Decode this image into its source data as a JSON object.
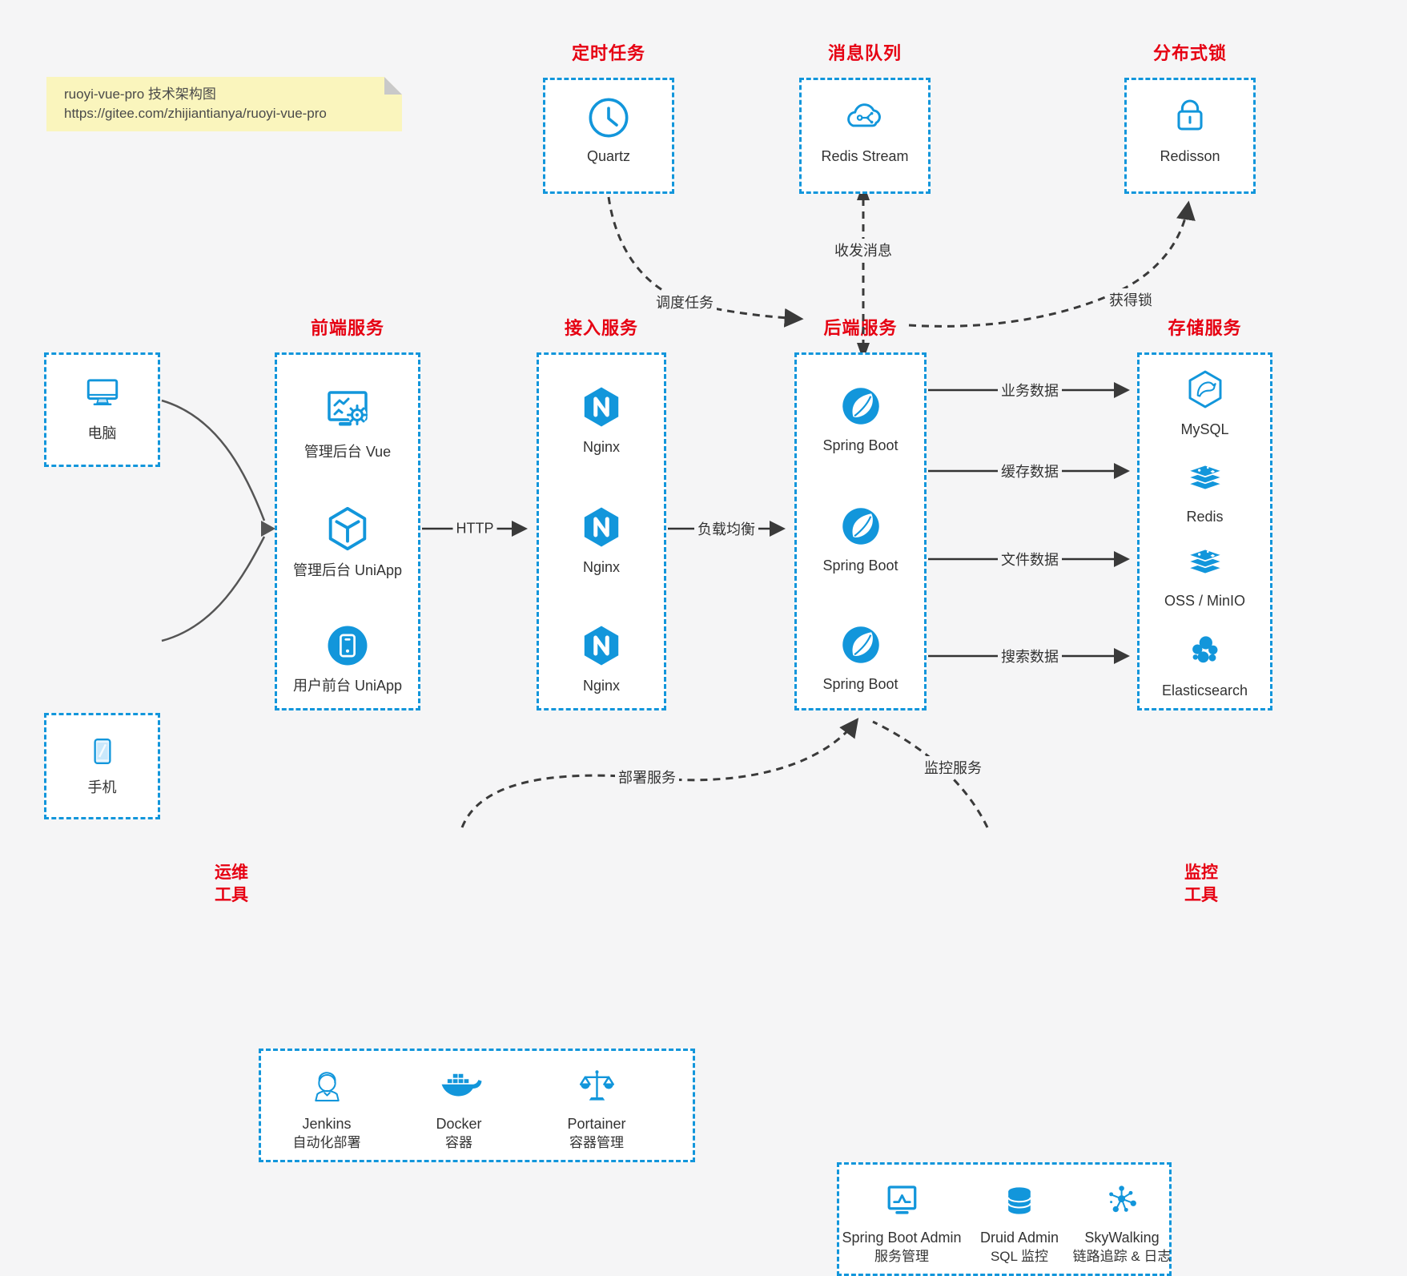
{
  "colors": {
    "blue": "#1296db",
    "red": "#e60012",
    "ink": "#333333",
    "line": "#3a3a3a",
    "canvas": "#f5f5f6",
    "box_bg": "#ffffff",
    "note_bg": "#faf5bd"
  },
  "note": {
    "line1": "ruoyi-vue-pro 技术架构图",
    "line2": "https://gitee.com/zhijiantianya/ruoyi-vue-pro"
  },
  "top_groups": [
    {
      "title": "定时任务",
      "label": "Quartz"
    },
    {
      "title": "消息队列",
      "label": "Redis Stream"
    },
    {
      "title": "分布式锁",
      "label": "Redisson"
    }
  ],
  "devices": [
    {
      "label": "电脑"
    },
    {
      "label": "手机"
    }
  ],
  "frontend": {
    "title": "前端服务",
    "items": [
      "管理后台 Vue",
      "管理后台 UniApp",
      "用户前台 UniApp"
    ]
  },
  "gateway": {
    "title": "接入服务",
    "items": [
      "Nginx",
      "Nginx",
      "Nginx"
    ]
  },
  "backend": {
    "title": "后端服务",
    "items": [
      "Spring Boot",
      "Spring Boot",
      "Spring Boot"
    ]
  },
  "storage": {
    "title": "存储服务",
    "items": [
      "MySQL",
      "Redis",
      "OSS / MinIO",
      "Elasticsearch"
    ]
  },
  "edges": {
    "http": "HTTP",
    "load_balance": "负载均衡",
    "schedule": "调度任务",
    "message": "收发消息",
    "lock": "获得锁",
    "business": "业务数据",
    "cache": "缓存数据",
    "file": "文件数据",
    "search": "搜索数据",
    "deploy": "部署服务",
    "monitor": "监控服务"
  },
  "ops": {
    "side1": "运维",
    "side2": "工具",
    "items": [
      {
        "name": "Jenkins",
        "desc": "自动化部署"
      },
      {
        "name": "Docker",
        "desc": "容器"
      },
      {
        "name": "Portainer",
        "desc": "容器管理"
      }
    ]
  },
  "monitor_tools": {
    "side1": "监控",
    "side2": "工具",
    "items": [
      {
        "name": "Spring Boot Admin",
        "desc": "服务管理"
      },
      {
        "name": "Druid Admin",
        "desc": "SQL 监控"
      },
      {
        "name": "SkyWalking",
        "desc": "链路追踪 & 日志"
      }
    ]
  }
}
